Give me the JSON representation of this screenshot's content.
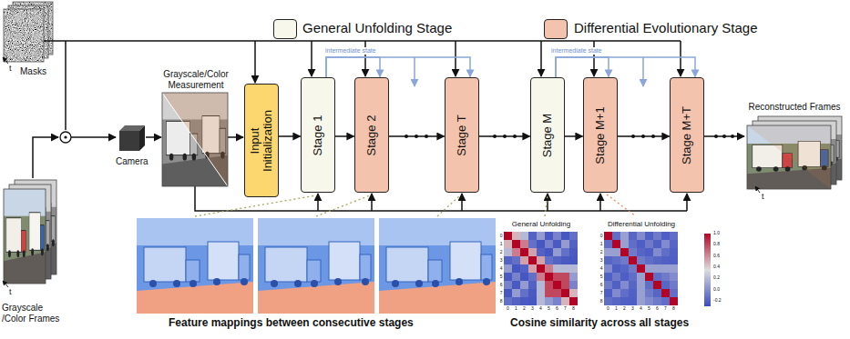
{
  "diagram": {
    "nodes": [
      {
        "text": [
          "Input Initialization"
        ]
      },
      {
        "text": [
          "Stage 1"
        ]
      },
      {
        "text": [
          "Stage 2"
        ]
      },
      {
        "text": [
          "Stage T"
        ]
      },
      {
        "text": [
          "Stage M"
        ]
      },
      {
        "text": [
          "Stage M+1"
        ]
      },
      {
        "text": [
          "Stage M+T"
        ]
      }
    ],
    "edges": [
      {
        "from": 0,
        "to": 1,
        "arrow": "to"
      },
      {
        "from": 1,
        "to": 2,
        "arrow": "to"
      },
      {
        "from": 2,
        "to": 3,
        "arrow": "to"
      },
      {
        "from": 3,
        "to": 4,
        "arrow": "to"
      },
      {
        "from": 4,
        "to": 5,
        "arrow": "to"
      },
      {
        "from": 5,
        "to": 6,
        "arrow": "to"
      },
      {
        "from": 1,
        "to": 2,
        "arrow": "to"
      },
      {
        "from": 1,
        "to": 3,
        "arrow": "to"
      },
      {
        "from": 4,
        "to": 5,
        "arrow": "to"
      },
      {
        "from": 4,
        "to": 6,
        "arrow": "to"
      }
    ],
    "labels": [
      "Masks",
      "t",
      "Grayscale/Color Measurement",
      "Camera",
      "Grayscale /Color Frames",
      "t",
      "intermediate state",
      "intermediate state",
      "Reconstructed Frames",
      "t",
      "Feature mappings between consecutive stages",
      "Cosine similarity across all stages",
      "General Unfolding",
      "Differential Unfolding",
      "0",
      "1",
      "2",
      "3",
      "4",
      "5",
      "6",
      "7",
      "8",
      "0",
      "1",
      "2",
      "3",
      "4",
      "5",
      "6",
      "7",
      "8",
      "0",
      "1",
      "2",
      "3",
      "4",
      "5",
      "6",
      "7",
      "8",
      "0",
      "1",
      "2",
      "3",
      "4",
      "5",
      "6",
      "7",
      "8",
      "1.0",
      "0.8",
      "0.6",
      "0.4",
      "0.2",
      "0.0",
      "-0.2"
    ],
    "legend": [
      {
        "text": "General Unfolding Stage",
        "color": "#f8f7ec"
      },
      {
        "text": "Differential Evolutionary Stage",
        "color": "#f4c3ad"
      }
    ]
  }
}
